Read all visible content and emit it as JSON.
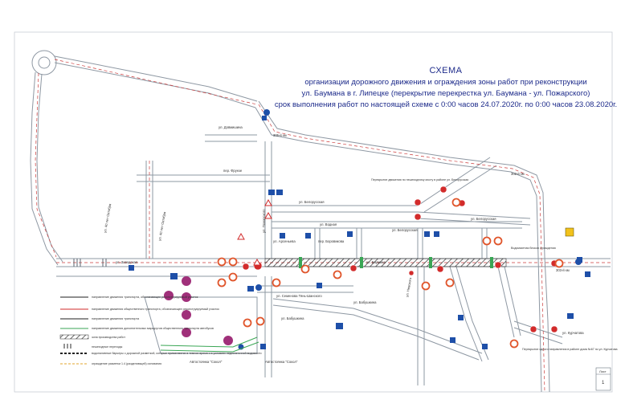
{
  "title": {
    "line1": "СХЕМА",
    "line2": "организации дорожного движения и ограждения зоны работ при реконструкции",
    "line3": "ул. Баумана в г. Липецке (перекрытие перекрестка ул. Баумана - ул. Пожарского)",
    "line4": "срок выполнения работ по настоящей схеме с 0:00 часов 24.07.2020г. по 0:00 часов 23.08.2020г."
  },
  "streets": {
    "dovmanshina": "ул. Довмишина",
    "frunze": "пер. Фрунзе",
    "belorusskaya_top": "ул. Белорусская",
    "belorusskaya_right": "ул. Белорусская",
    "vodnaya": "ул. Водная",
    "belorusskaya_mid": "ул. Белорусская",
    "arsenieva": "ул. Арсеньева",
    "boroviikova": "пер. Боровикова",
    "zavodskaya": "ул. Заводская",
    "baumana": "ул. Баумана",
    "semenova": "ул. Семенова Тянь-Шанского",
    "babushkina": "ул. Бабушкина",
    "babushkina2": "ул. Бабушкина",
    "kurchatova": "ул. Курчатова",
    "pozharskogo": "ул. Пожарского",
    "octyabrya": "ул. 40 лет Октября",
    "nevskogo": "ул. Невского",
    "avtovokzal": "Автостоянка \"Сокол\"",
    "km305": "305-й км",
    "km302": "302-й км",
    "km303": "303-й км"
  },
  "notes": {
    "closure_belorusskaya": "Перекрытие движения по пешеходному мосту в районе ул. Белорусская",
    "closure_right": "Перекрытие одного направления в районе дома №67 по ул. Курчатова",
    "boundary": "Водомаятная блоков ограждения"
  },
  "legend": [
    {
      "label": "направление движения транспорта, обозначающее реконструируемый участок"
    },
    {
      "label": "направление движения общественного транспорта, обозначающее реконструируемый участок"
    },
    {
      "label": "направление движения транспорта"
    },
    {
      "label": "направление движения дополнительных маршрутов общественного транспорта автобусов"
    },
    {
      "label": "зона производства работ"
    },
    {
      "label": "пешеходные переходы"
    },
    {
      "label": "водоналивные барьеры с дорожной разметкой, которые применяются в темное время и в условиях недостаточной видимости"
    },
    {
      "label": "ограждение разметки 1.4 (разделяющей) основания"
    }
  ],
  "stamp": {
    "label": "Лист",
    "number": "1"
  },
  "colors": {
    "road": "#9aa3ad",
    "road_fill": "#ffffff",
    "title": "#1c2a8a",
    "zone": "#2b2b2b",
    "barrier": "#3aa655",
    "sign_red": "#d22b2b",
    "sign_blue": "#1e4fa8",
    "sign_yellow": "#f2c21b",
    "bus_dot": "#a0307a"
  }
}
